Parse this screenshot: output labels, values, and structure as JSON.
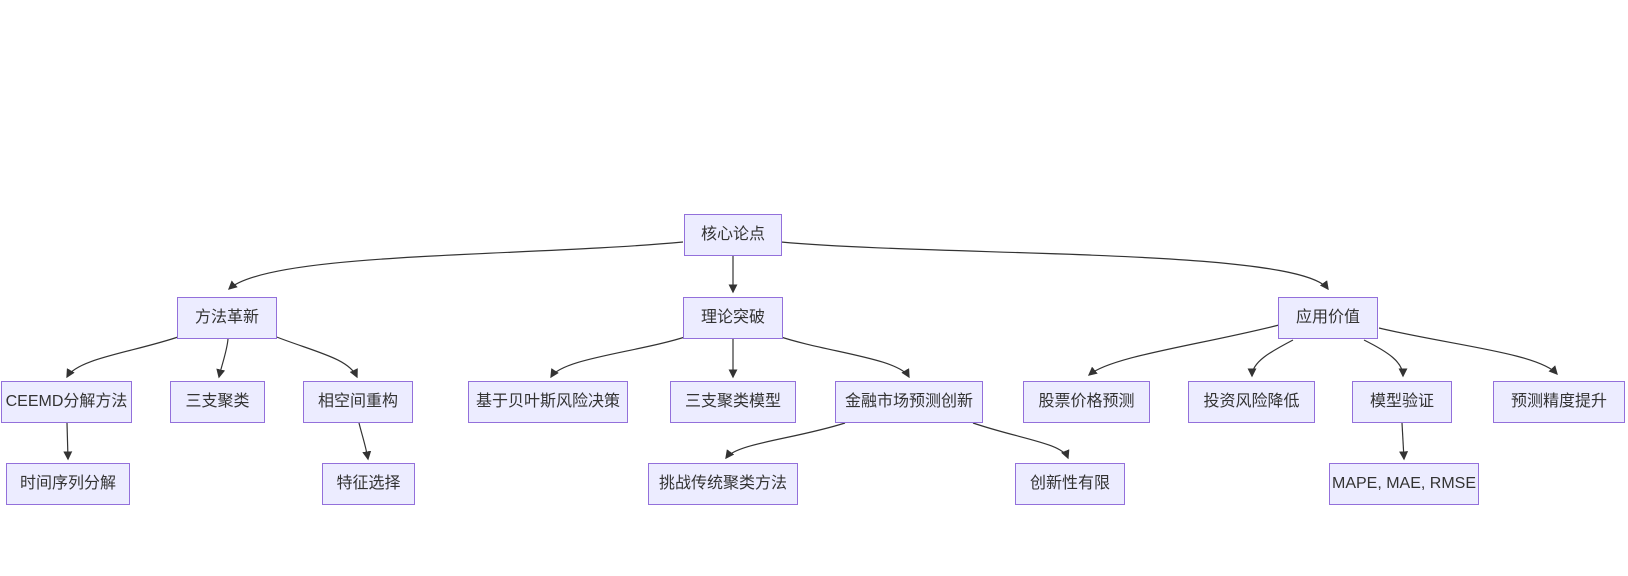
{
  "diagram": {
    "kind": "flowchart-tree",
    "direction": "top-down",
    "background_color": "#ffffff",
    "node_fill_color": "#ECECFF",
    "node_border_color": "#9370DB",
    "edge_color": "#333333",
    "text_color": "#333333",
    "nodes": {
      "core_argument": {
        "label": "核心论点"
      },
      "method_innovation": {
        "label": "方法革新"
      },
      "theoretical_breakthrough": {
        "label": "理论突破"
      },
      "application_value": {
        "label": "应用价值"
      },
      "ceemd_decomposition": {
        "label": "CEEMD分解方法"
      },
      "three_way_clustering": {
        "label": "三支聚类"
      },
      "phase_space_reconstruction": {
        "label": "相空间重构"
      },
      "bayesian_risk_decision": {
        "label": "基于贝叶斯风险决策"
      },
      "three_way_clustering_model": {
        "label": "三支聚类模型"
      },
      "financial_market_forecast_innovation": {
        "label": "金融市场预测创新"
      },
      "stock_price_prediction": {
        "label": "股票价格预测"
      },
      "investment_risk_reduction": {
        "label": "投资风险降低"
      },
      "model_validation": {
        "label": "模型验证"
      },
      "forecast_accuracy_improvement": {
        "label": "预测精度提升"
      },
      "time_series_decomposition": {
        "label": "时间序列分解"
      },
      "feature_selection": {
        "label": "特征选择"
      },
      "challenge_traditional_clustering": {
        "label": "挑战传统聚类方法"
      },
      "limited_novelty": {
        "label": "创新性有限"
      },
      "evaluation_metrics": {
        "label": "MAPE, MAE, RMSE"
      }
    },
    "edges": [
      {
        "from": "核心论点",
        "to": "方法革新"
      },
      {
        "from": "核心论点",
        "to": "理论突破"
      },
      {
        "from": "核心论点",
        "to": "应用价值"
      },
      {
        "from": "方法革新",
        "to": "CEEMD分解方法"
      },
      {
        "from": "方法革新",
        "to": "三支聚类"
      },
      {
        "from": "方法革新",
        "to": "相空间重构"
      },
      {
        "from": "理论突破",
        "to": "基于贝叶斯风险决策"
      },
      {
        "from": "理论突破",
        "to": "三支聚类模型"
      },
      {
        "from": "理论突破",
        "to": "金融市场预测创新"
      },
      {
        "from": "应用价值",
        "to": "股票价格预测"
      },
      {
        "from": "应用价值",
        "to": "投资风险降低"
      },
      {
        "from": "应用价值",
        "to": "模型验证"
      },
      {
        "from": "应用价值",
        "to": "预测精度提升"
      },
      {
        "from": "CEEMD分解方法",
        "to": "时间序列分解"
      },
      {
        "from": "相空间重构",
        "to": "特征选择"
      },
      {
        "from": "金融市场预测创新",
        "to": "挑战传统聚类方法"
      },
      {
        "from": "金融市场预测创新",
        "to": "创新性有限"
      },
      {
        "from": "模型验证",
        "to": "MAPE, MAE, RMSE"
      }
    ]
  }
}
